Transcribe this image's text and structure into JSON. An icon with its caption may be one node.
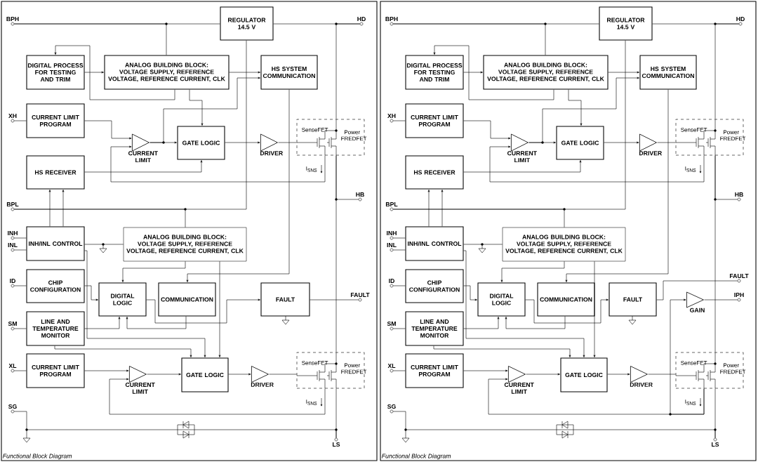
{
  "diagram": {
    "nodes": [
      {
        "text": [
          "Functional Block Diagram"
        ]
      },
      {
        "text": [
          "BPH"
        ],
        "in": 0
      },
      {
        "text": [
          "HD"
        ],
        "in": 0
      },
      {
        "text": [
          "REGULATOR 14.5 V"
        ],
        "in": 0
      },
      {
        "text": [
          "DIGITAL PROCESS FOR TESTING AND TRIM"
        ],
        "in": 0
      },
      {
        "text": [
          "ANALOG BUILDING BLOCK:",
          "VOLTAGE SUPPLY, REFERENCE VOLTAGE, REFERENCE CURRENT, CLK"
        ],
        "in": 0
      },
      {
        "text": [
          "HS SYSTEM COMMUNICATION"
        ],
        "in": 0
      },
      {
        "text": [
          "XH"
        ],
        "in": 0
      },
      {
        "text": [
          "CURRENT LIMIT PROGRAM"
        ],
        "in": 0
      },
      {
        "text": [
          "CURRENT LIMIT"
        ],
        "in": 0
      },
      {
        "text": [
          "GATE LOGIC"
        ],
        "in": 0
      },
      {
        "text": [
          "DRIVER"
        ],
        "in": 0
      },
      {
        "text": [
          "SenseFET",
          "Power FREDFET"
        ],
        "in": 0
      },
      {
        "text": [
          "HS RECEIVER"
        ],
        "in": 0
      },
      {
        "text": [
          "HB"
        ],
        "in": 0
      },
      {
        "text": [
          "BPL"
        ],
        "in": 0
      },
      {
        "text": [
          "INH"
        ],
        "in": 0
      },
      {
        "text": [
          "INL"
        ],
        "in": 0
      },
      {
        "text": [
          "INH/INL CONTROL"
        ],
        "in": 0
      },
      {
        "text": [
          "ANALOG BUILDING BLOCK:",
          "VOLTAGE SUPPLY, REFERENCE VOLTAGE, REFERENCE CURRENT, CLK"
        ],
        "in": 0
      },
      {
        "text": [
          "ID"
        ],
        "in": 0
      },
      {
        "text": [
          "CHIP CONFIGURATION"
        ],
        "in": 0
      },
      {
        "text": [
          "DIGITAL LOGIC"
        ],
        "in": 0
      },
      {
        "text": [
          "COMMUNICATION"
        ],
        "in": 0
      },
      {
        "text": [
          "FAULT"
        ],
        "in": 0
      },
      {
        "text": [
          "FAULT"
        ],
        "in": 0
      },
      {
        "text": [
          "SM"
        ],
        "in": 0
      },
      {
        "text": [
          "LINE AND TEMPERATURE MONITOR"
        ],
        "in": 0
      },
      {
        "text": [
          "XL"
        ],
        "in": 0
      },
      {
        "text": [
          "CURRENT LIMIT PROGRAM"
        ],
        "in": 0
      },
      {
        "text": [
          "CURRENT LIMIT"
        ],
        "in": 0
      },
      {
        "text": [
          "GATE LOGIC"
        ],
        "in": 0
      },
      {
        "text": [
          "DRIVER"
        ],
        "in": 0
      },
      {
        "text": [
          "SenseFET",
          "Power FREDFET"
        ],
        "in": 0
      },
      {
        "text": [
          "SG"
        ],
        "in": 0
      },
      {
        "text": [
          "LS"
        ],
        "in": 0
      },
      {
        "text": [
          "Functional Block Diagram"
        ]
      },
      {
        "text": [
          "BPH"
        ],
        "in": 36
      },
      {
        "text": [
          "HD"
        ],
        "in": 36
      },
      {
        "text": [
          "REGULATOR 14.5 V"
        ],
        "in": 36
      },
      {
        "text": [
          "DIGITAL PROCESS FOR TESTING AND TRIM"
        ],
        "in": 36
      },
      {
        "text": [
          "ANALOG BUILDING BLOCK:",
          "VOLTAGE SUPPLY, REFERENCE VOLTAGE, REFERENCE CURRENT, CLK"
        ],
        "in": 36
      },
      {
        "text": [
          "HS SYSTEM COMMUNICATION"
        ],
        "in": 36
      },
      {
        "text": [
          "XH"
        ],
        "in": 36
      },
      {
        "text": [
          "CURRENT LIMIT PROGRAM"
        ],
        "in": 36
      },
      {
        "text": [
          "CURRENT LIMIT"
        ],
        "in": 36
      },
      {
        "text": [
          "GATE LOGIC"
        ],
        "in": 36
      },
      {
        "text": [
          "DRIVER"
        ],
        "in": 36
      },
      {
        "text": [
          "SenseFET",
          "Power FREDFET"
        ],
        "in": 36
      },
      {
        "text": [
          "HS RECEIVER"
        ],
        "in": 36
      },
      {
        "text": [
          "HB"
        ],
        "in": 36
      },
      {
        "text": [
          "BPL"
        ],
        "in": 36
      },
      {
        "text": [
          "INH"
        ],
        "in": 36
      },
      {
        "text": [
          "INL"
        ],
        "in": 36
      },
      {
        "text": [
          "INH/INL CONTROL"
        ],
        "in": 36
      },
      {
        "text": [
          "ANALOG BUILDING BLOCK:",
          "VOLTAGE SUPPLY, REFERENCE VOLTAGE, REFERENCE CURRENT, CLK"
        ],
        "in": 36
      },
      {
        "text": [
          "ID"
        ],
        "in": 36
      },
      {
        "text": [
          "CHIP CONFIGURATION"
        ],
        "in": 36
      },
      {
        "text": [
          "DIGITAL LOGIC"
        ],
        "in": 36
      },
      {
        "text": [
          "COMMUNICATION"
        ],
        "in": 36
      },
      {
        "text": [
          "FAULT"
        ],
        "in": 36
      },
      {
        "text": [
          "FAULT"
        ],
        "in": 36
      },
      {
        "text": [
          "SM"
        ],
        "in": 36
      },
      {
        "text": [
          "LINE AND TEMPERATURE MONITOR"
        ],
        "in": 36
      },
      {
        "text": [
          "XL"
        ],
        "in": 36
      },
      {
        "text": [
          "CURRENT LIMIT PROGRAM"
        ],
        "in": 36
      },
      {
        "text": [
          "CURRENT LIMIT"
        ],
        "in": 36
      },
      {
        "text": [
          "GATE LOGIC"
        ],
        "in": 36
      },
      {
        "text": [
          "DRIVER"
        ],
        "in": 36
      },
      {
        "text": [
          "SenseFET",
          "Power FREDFET"
        ],
        "in": 36
      },
      {
        "text": [
          "SG"
        ],
        "in": 36
      },
      {
        "text": [
          "LS"
        ],
        "in": 36
      },
      {
        "text": [
          "GAIN"
        ],
        "in": 36
      },
      {
        "text": [
          "IPH"
        ],
        "in": 36
      }
    ],
    "edges": [
      {
        "from": 1,
        "to": 3,
        "arrow": "none"
      },
      {
        "from": 3,
        "to": 2,
        "arrow": "none"
      },
      {
        "from": 1,
        "to": 5,
        "arrow": "none"
      },
      {
        "from": 4,
        "to": 5,
        "arrow": "to"
      },
      {
        "from": 5,
        "to": 4,
        "arrow": "to"
      },
      {
        "from": 5,
        "to": 6,
        "arrow": "to"
      },
      {
        "from": 5,
        "to": 10,
        "arrow": "to"
      },
      {
        "from": 9,
        "to": 6,
        "arrow": "to"
      },
      {
        "from": 7,
        "to": 8,
        "arrow": "none"
      },
      {
        "from": 8,
        "to": 9,
        "arrow": "to"
      },
      {
        "from": 9,
        "to": 10,
        "arrow": "to"
      },
      {
        "from": 13,
        "to": 10,
        "arrow": "to"
      },
      {
        "from": 10,
        "to": 11,
        "arrow": "to"
      },
      {
        "from": 11,
        "to": 12,
        "arrow": "none"
      },
      {
        "from": 12,
        "to": 9,
        "arrow": "to"
      },
      {
        "from": 2,
        "to": 12,
        "arrow": "none"
      },
      {
        "from": 12,
        "to": 33,
        "arrow": "none"
      },
      {
        "from": 12,
        "to": 14,
        "arrow": "none"
      },
      {
        "from": 33,
        "to": 35,
        "arrow": "none"
      },
      {
        "from": 3,
        "to": 15,
        "arrow": "none"
      },
      {
        "from": 15,
        "to": 19,
        "arrow": "none"
      },
      {
        "from": 6,
        "to": 23,
        "arrow": "to"
      },
      {
        "from": 16,
        "to": 18,
        "arrow": "none"
      },
      {
        "from": 17,
        "to": 18,
        "arrow": "none"
      },
      {
        "from": 18,
        "to": 13,
        "arrow": "to"
      },
      {
        "from": 18,
        "to": 13,
        "arrow": "to"
      },
      {
        "from": 18,
        "to": 19,
        "arrow": "none"
      },
      {
        "from": 18,
        "to": 31,
        "arrow": "to"
      },
      {
        "from": 19,
        "to": 22,
        "arrow": "to"
      },
      {
        "from": 19,
        "to": 31,
        "arrow": "to"
      },
      {
        "from": 20,
        "to": 21,
        "arrow": "none"
      },
      {
        "from": 21,
        "to": 22,
        "arrow": "to"
      },
      {
        "from": 22,
        "to": 24,
        "arrow": "to"
      },
      {
        "from": 24,
        "to": 25,
        "arrow": "none"
      },
      {
        "from": 23,
        "to": 22,
        "arrow": "to"
      },
      {
        "from": 26,
        "to": 27,
        "arrow": "none"
      },
      {
        "from": 27,
        "to": 22,
        "arrow": "to"
      },
      {
        "from": 27,
        "to": 31,
        "arrow": "to"
      },
      {
        "from": 28,
        "to": 29,
        "arrow": "none"
      },
      {
        "from": 29,
        "to": 30,
        "arrow": "to"
      },
      {
        "from": 30,
        "to": 31,
        "arrow": "to"
      },
      {
        "from": 31,
        "to": 32,
        "arrow": "to"
      },
      {
        "from": 32,
        "to": 33,
        "arrow": "none"
      },
      {
        "from": 33,
        "to": 30,
        "arrow": "to"
      },
      {
        "from": 34,
        "to": 35,
        "arrow": "none"
      },
      {
        "from": 37,
        "to": 39,
        "arrow": "none"
      },
      {
        "from": 39,
        "to": 38,
        "arrow": "none"
      },
      {
        "from": 37,
        "to": 41,
        "arrow": "none"
      },
      {
        "from": 40,
        "to": 41,
        "arrow": "to"
      },
      {
        "from": 41,
        "to": 40,
        "arrow": "to"
      },
      {
        "from": 41,
        "to": 42,
        "arrow": "to"
      },
      {
        "from": 41,
        "to": 46,
        "arrow": "to"
      },
      {
        "from": 45,
        "to": 42,
        "arrow": "to"
      },
      {
        "from": 43,
        "to": 44,
        "arrow": "none"
      },
      {
        "from": 44,
        "to": 45,
        "arrow": "to"
      },
      {
        "from": 45,
        "to": 46,
        "arrow": "to"
      },
      {
        "from": 49,
        "to": 46,
        "arrow": "to"
      },
      {
        "from": 46,
        "to": 47,
        "arrow": "to"
      },
      {
        "from": 47,
        "to": 48,
        "arrow": "none"
      },
      {
        "from": 48,
        "to": 45,
        "arrow": "to"
      },
      {
        "from": 38,
        "to": 48,
        "arrow": "none"
      },
      {
        "from": 48,
        "to": 69,
        "arrow": "none"
      },
      {
        "from": 48,
        "to": 50,
        "arrow": "none"
      },
      {
        "from": 69,
        "to": 71,
        "arrow": "none"
      },
      {
        "from": 39,
        "to": 51,
        "arrow": "none"
      },
      {
        "from": 51,
        "to": 55,
        "arrow": "none"
      },
      {
        "from": 42,
        "to": 59,
        "arrow": "to"
      },
      {
        "from": 52,
        "to": 54,
        "arrow": "none"
      },
      {
        "from": 53,
        "to": 54,
        "arrow": "none"
      },
      {
        "from": 54,
        "to": 49,
        "arrow": "to"
      },
      {
        "from": 54,
        "to": 49,
        "arrow": "to"
      },
      {
        "from": 54,
        "to": 55,
        "arrow": "none"
      },
      {
        "from": 54,
        "to": 67,
        "arrow": "to"
      },
      {
        "from": 55,
        "to": 58,
        "arrow": "to"
      },
      {
        "from": 55,
        "to": 67,
        "arrow": "to"
      },
      {
        "from": 56,
        "to": 57,
        "arrow": "none"
      },
      {
        "from": 57,
        "to": 58,
        "arrow": "to"
      },
      {
        "from": 58,
        "to": 60,
        "arrow": "to"
      },
      {
        "from": 60,
        "to": 61,
        "arrow": "none"
      },
      {
        "from": 59,
        "to": 58,
        "arrow": "to"
      },
      {
        "from": 62,
        "to": 63,
        "arrow": "none"
      },
      {
        "from": 63,
        "to": 58,
        "arrow": "to"
      },
      {
        "from": 63,
        "to": 67,
        "arrow": "to"
      },
      {
        "from": 64,
        "to": 65,
        "arrow": "none"
      },
      {
        "from": 65,
        "to": 66,
        "arrow": "to"
      },
      {
        "from": 66,
        "to": 67,
        "arrow": "to"
      },
      {
        "from": 67,
        "to": 68,
        "arrow": "to"
      },
      {
        "from": 68,
        "to": 69,
        "arrow": "none"
      },
      {
        "from": 69,
        "to": 66,
        "arrow": "to"
      },
      {
        "from": 70,
        "to": 71,
        "arrow": "none"
      },
      {
        "from": 69,
        "to": 72,
        "arrow": "to"
      },
      {
        "from": 72,
        "to": 73,
        "arrow": "none"
      }
    ],
    "labels": [
      "I$_{SNS}$",
      "I$_{SNS}$",
      "I$_{SNS}$",
      "I$_{SNS}$"
    ]
  }
}
